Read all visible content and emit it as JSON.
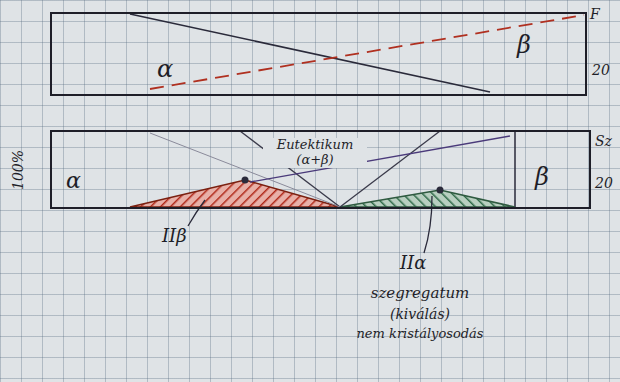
{
  "diagram": {
    "nodes": [
      {
        "text": [
          "α",
          "β"
        ]
      },
      {
        "text": [
          "α",
          "Eutektikum (α+β)",
          "β"
        ]
      }
    ],
    "labels": [
      "F",
      "20",
      "100%",
      "Sz",
      "20",
      "IIβ",
      "IIα",
      "szegregatum",
      "(kiválás)",
      "nem kristályosodás"
    ]
  }
}
